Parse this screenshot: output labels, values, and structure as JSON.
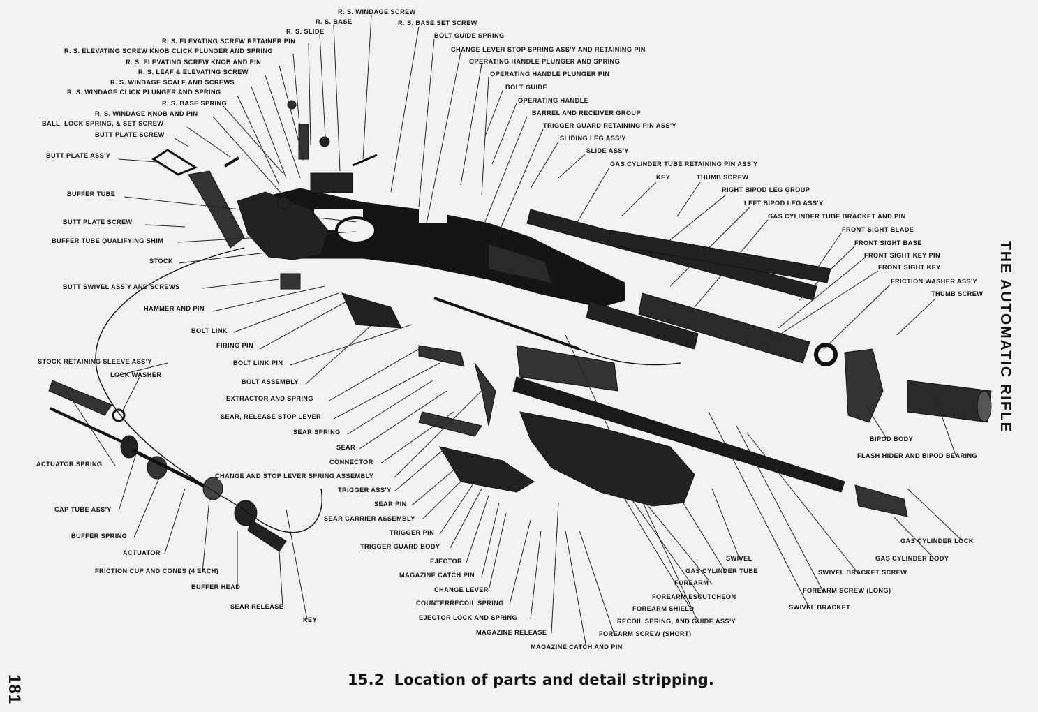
{
  "side_title": "THE AUTOMATIC RIFLE",
  "page_number": "181",
  "caption": {
    "number": "15.2",
    "text": "Location of parts and detail stripping."
  },
  "labels": {
    "rs_windage_screw": "R. S. WINDAGE SCREW",
    "rs_base": "R. S. BASE",
    "rs_base_set_screw": "R. S. BASE SET SCREW",
    "rs_slide": "R. S. SLIDE",
    "bolt_guide_spring": "BOLT GUIDE SPRING",
    "rs_elev_screw_retainer_pin": "R. S. ELEVATING SCREW RETAINER PIN",
    "change_lever_stop_spring": "CHANGE LEVER STOP SPRING ASS'Y AND RETAINING PIN",
    "rs_elev_knob_click_plunger": "R. S. ELEVATING SCREW KNOB CLICK PLUNGER AND SPRING",
    "operating_handle_plunger_spring": "OPERATING HANDLE PLUNGER AND SPRING",
    "rs_elev_knob_pin": "R. S. ELEVATING SCREW KNOB AND PIN",
    "rs_leaf_elev_screw": "R. S. LEAF & ELEVATING SCREW",
    "operating_handle_plunger_pin": "OPERATING HANDLE PLUNGER PIN",
    "rs_windage_scale": "R. S. WINDAGE SCALE AND SCREWS",
    "bolt_guide": "BOLT GUIDE",
    "rs_windage_click_plunger": "R. S. WINDAGE CLICK PLUNGER AND SPRING",
    "operating_handle": "OPERATING HANDLE",
    "rs_base_spring": "R. S. BASE SPRING",
    "rs_windage_knob_pin": "R. S. WINDAGE KNOB AND PIN",
    "barrel_receiver_group": "BARREL AND RECEIVER GROUP",
    "ball_lock_spring": "BALL, LOCK SPRING, & SET SCREW",
    "trigger_guard_retaining_pin": "TRIGGER GUARD RETAINING PIN ASS'Y",
    "butt_plate_screw_top": "BUTT PLATE SCREW",
    "sliding_leg": "SLIDING LEG ASS'Y",
    "slide": "SLIDE ASS'Y",
    "butt_plate_assy": "BUTT PLATE ASS'Y",
    "gas_cyl_tube_retaining_pin": "GAS CYLINDER TUBE RETAINING PIN ASS'Y",
    "key_top": "KEY",
    "thumb_screw_top": "THUMB SCREW",
    "right_bipod_leg": "RIGHT BIPOD LEG GROUP",
    "buffer_tube": "BUFFER TUBE",
    "left_bipod_leg": "LEFT BIPOD LEG ASS'Y",
    "gas_cyl_tube_bracket": "GAS CYLINDER TUBE BRACKET AND PIN",
    "butt_plate_screw": "BUTT PLATE SCREW",
    "front_sight_blade": "FRONT SIGHT BLADE",
    "buffer_tube_shim": "BUFFER TUBE QUALIFYING SHIM",
    "front_sight_base": "FRONT SIGHT BASE",
    "front_sight_key_pin": "FRONT SIGHT KEY PIN",
    "stock": "STOCK",
    "front_sight_key": "FRONT SIGHT KEY",
    "butt_swivel": "BUTT SWIVEL ASS'Y AND SCREWS",
    "friction_washer": "FRICTION WASHER ASS'Y",
    "thumb_screw_right": "THUMB SCREW",
    "hammer_pin": "HAMMER AND PIN",
    "bolt_link": "BOLT LINK",
    "firing_pin": "FIRING PIN",
    "stock_retaining_sleeve": "STOCK RETAINING SLEEVE ASS'Y",
    "bolt_link_pin": "BOLT LINK PIN",
    "lock_washer": "LOCK WASHER",
    "bolt_assembly": "BOLT ASSEMBLY",
    "extractor_spring": "EXTRACTOR AND SPRING",
    "sear_release_stop_lever": "SEAR, RELEASE STOP LEVER",
    "sear_spring": "SEAR SPRING",
    "bipod_body": "BIPOD BODY",
    "sear": "SEAR",
    "flash_hider": "FLASH HIDER AND BIPOD BEARING",
    "actuator_spring": "ACTUATOR SPRING",
    "connector": "CONNECTOR",
    "change_stop_lever_spring": "CHANGE AND STOP LEVER SPRING ASSEMBLY",
    "trigger_assy": "TRIGGER ASS'Y",
    "cap_tube": "CAP TUBE ASS'Y",
    "sear_pin": "SEAR PIN",
    "sear_carrier": "SEAR CARRIER ASSEMBLY",
    "buffer_spring": "BUFFER SPRING",
    "trigger_pin": "TRIGGER PIN",
    "gas_cylinder_lock": "GAS CYLINDER LOCK",
    "trigger_guard_body": "TRIGGER GUARD BODY",
    "actuator": "ACTUATOR",
    "swivel": "SWIVEL",
    "gas_cylinder_body": "GAS CYLINDER BODY",
    "ejector": "EJECTOR",
    "friction_cup": "FRICTION CUP AND CONES (4 EACH)",
    "gas_cylinder_tube": "GAS CYLINDER TUBE",
    "swivel_bracket_screw": "SWIVEL BRACKET SCREW",
    "magazine_catch_pin": "MAGAZINE CATCH PIN",
    "buffer_head": "BUFFER HEAD",
    "forearm": "FOREARM",
    "change_lever": "CHANGE LEVER",
    "forearm_screw_long": "FOREARM SCREW (LONG)",
    "forearm_escutcheon": "FOREARM ESCUTCHEON",
    "counterrecoil_spring": "COUNTERRECOIL SPRING",
    "sear_release": "SEAR RELEASE",
    "swivel_bracket": "SWIVEL BRACKET",
    "forearm_shield": "FOREARM SHIELD",
    "ejector_lock_spring": "EJECTOR LOCK AND SPRING",
    "key_bottom": "KEY",
    "recoil_spring": "RECOIL SPRING, AND GUIDE ASS'Y",
    "magazine_release": "MAGAZINE RELEASE",
    "forearm_screw_short": "FOREARM SCREW (SHORT)",
    "magazine_catch_pin_assy": "MAGAZINE CATCH AND PIN"
  }
}
